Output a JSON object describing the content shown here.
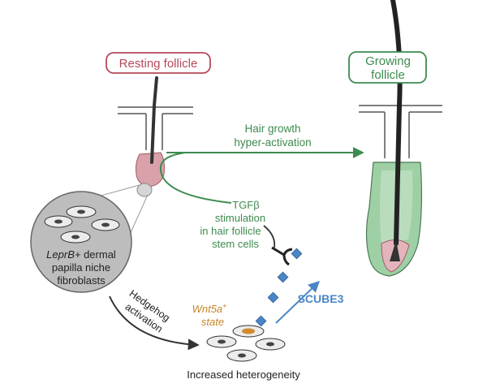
{
  "resting_label": "Resting follicle",
  "growing_label": [
    "Growing",
    "follicle"
  ],
  "hair_growth_label": [
    "Hair growth",
    "hyper-activation"
  ],
  "tgf_label": [
    "TGFβ",
    "stimulation",
    "in hair follicle",
    "stem cells"
  ],
  "papilla_label": {
    "line1_italic": "LeprB+",
    "line1_rest": " dermal",
    "line2": "papilla niche",
    "line3": "fibroblasts"
  },
  "hedgehog_label": [
    "Hedgehog",
    "activation"
  ],
  "wnt_label": {
    "name": "Wnt5a",
    "sup": "+",
    "state": "state"
  },
  "scube_label": "SCUBE3",
  "heterogeneity_label": "Increased heterogeneity",
  "colors": {
    "resting": "#b5485a",
    "resting_fill": "#d9a1aa",
    "growing": "#3d8b4f",
    "growing_fill": "#9fcfa5",
    "scube": "#4a86c5",
    "wnt": "#c5862b",
    "dark": "#333333",
    "gray_circle": "#bdbdbd"
  }
}
